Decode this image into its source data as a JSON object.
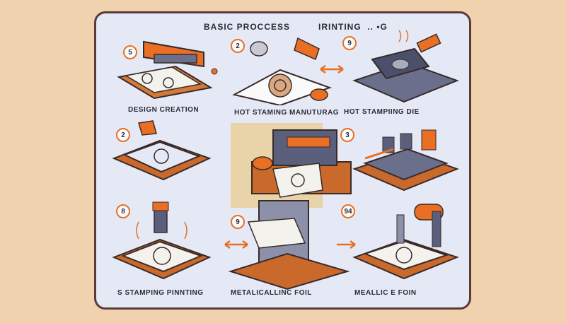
{
  "title": {
    "part1": "BASIC PROCCESS",
    "part2": "IRINTING",
    "part3": ".. •G"
  },
  "colors": {
    "background": "#f0d3ae",
    "panel": "#e4e9f5",
    "accent": "#e86f24",
    "wood": "#c9692b",
    "dark": "#2b2b35"
  },
  "steps": [
    {
      "badge": "5",
      "caption": "DESIGN CREATION",
      "icon": "hot-stamping-press-icon"
    },
    {
      "badge": "2",
      "caption": "HOT STAMING MANUTURAG",
      "icon": "hand-drawing-design-icon"
    },
    {
      "badge": "9",
      "caption": "HOT STAMPIING DIE",
      "icon": "stamping-die-icon"
    },
    {
      "badge": "2",
      "caption": "",
      "icon": "hand-placing-frame-icon"
    },
    {
      "badge": "",
      "caption": "",
      "icon": "central-press-machine-icon"
    },
    {
      "badge": "3",
      "caption": "",
      "icon": "die-set-icon"
    },
    {
      "badge": "8",
      "caption": "S STAMPING PINNTING",
      "icon": "heated-stamping-head-icon"
    },
    {
      "badge": "9",
      "caption": "METALICALLINC FOIL",
      "icon": "foil-press-icon"
    },
    {
      "badge": "94",
      "caption": "MEALLIC E FOIN",
      "icon": "foil-roller-machine-icon"
    }
  ]
}
